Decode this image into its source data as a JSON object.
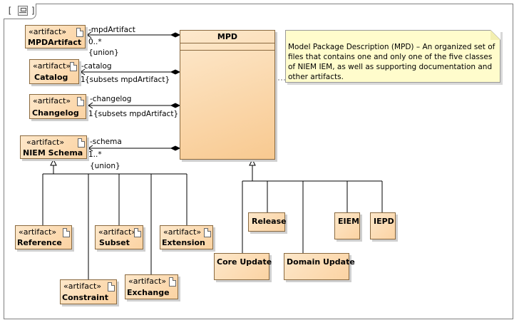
{
  "frame": {
    "tab_open": "[",
    "tab_close": "]",
    "tab_icon": "diagram-icon"
  },
  "mpd": {
    "name": "MPD"
  },
  "note": {
    "text": "Model Package Description (MPD) – An organized set of files that contains one and only one of the five classes of NIEM IEM, as well as supporting documentation and other artifacts."
  },
  "stereotype": "«artifact»",
  "artifacts": {
    "mpdartifact": "MPDArtifact",
    "catalog": "Catalog",
    "changelog": "Changelog",
    "niem_schema": "NIEM Schema",
    "reference": "Reference",
    "subset": "Subset",
    "extension": "Extension",
    "constraint": "Constraint",
    "exchange": "Exchange"
  },
  "classes": {
    "release": "Release",
    "eiem": "EIEM",
    "iepd": "IEPD",
    "core_update": "Core Update",
    "domain_update": "Domain Update"
  },
  "associations": {
    "mpd_artifact": {
      "role": "-mpdArtifact",
      "mult": "0..*",
      "constraint": "{union}"
    },
    "catalog": {
      "role": "-catalog",
      "mult": "1",
      "constraint": "{subsets mpdArtifact}"
    },
    "changelog": {
      "role": "-changelog",
      "mult": "1",
      "constraint": "{subsets mpdArtifact}"
    },
    "schema": {
      "role": "-schema",
      "mult": "1..*",
      "constraint": "{union}"
    }
  }
}
